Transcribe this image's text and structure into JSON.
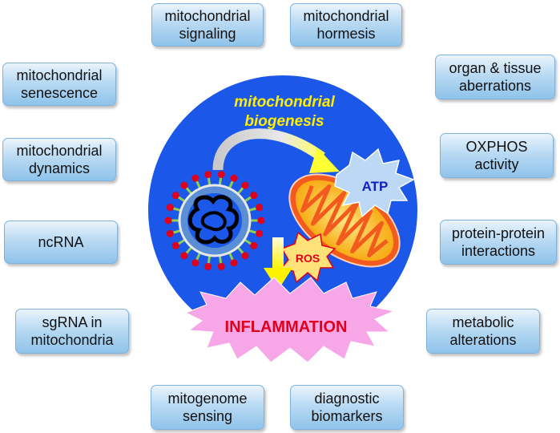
{
  "center": {
    "title_line1": "mitochondrial",
    "title_line2": "biogenesis",
    "atp_label": "ATP",
    "ros_label": "ROS",
    "inflammation_label": "INFLAMMATION"
  },
  "boxes": {
    "signaling": {
      "line1": "mitochondrial",
      "line2": "signaling"
    },
    "hormesis": {
      "line1": "mitochondrial",
      "line2": "hormesis"
    },
    "senescence": {
      "line1": "mitochondrial",
      "line2": "senescence"
    },
    "organ": {
      "line1": "organ & tissue",
      "line2": "aberrations"
    },
    "dynamics": {
      "line1": "mitochondrial",
      "line2": "dynamics"
    },
    "oxphos": {
      "line1": "OXPHOS",
      "line2": "activity"
    },
    "ncrna": {
      "line1": "ncRNA"
    },
    "ppi": {
      "line1": "protein-protein",
      "line2": "interactions"
    },
    "sgrna": {
      "line1": "sgRNA in",
      "line2": "mitochondria"
    },
    "metabolic": {
      "line1": "metabolic",
      "line2": "alterations"
    },
    "mitogenome": {
      "line1": "mitogenome",
      "line2": "sensing"
    },
    "diagnostic": {
      "line1": "diagnostic",
      "line2": "biomarkers"
    }
  },
  "colors": {
    "circle": "#1b57e8",
    "title": "#ffee00",
    "inflammation_burst": "#f7a6e8",
    "inflammation_text": "#e0001b",
    "atp_burst": "#bcd8f4",
    "atp_text": "#1020c0",
    "ros_burst": "#ffe27a",
    "ros_text": "#e0001b",
    "mito_outer": "#f25a1e",
    "mito_inner": "#ffd21a"
  }
}
